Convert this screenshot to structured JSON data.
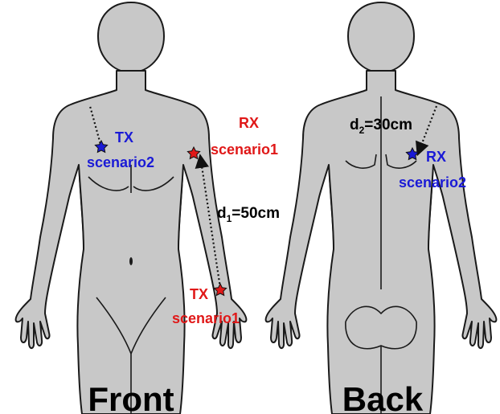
{
  "views": {
    "front": {
      "title": "Front"
    },
    "back": {
      "title": "Back"
    }
  },
  "markers": {
    "tx_scenario2": {
      "role": "TX",
      "scenario": "scenario2",
      "color": "#1a1ad6"
    },
    "rx_scenario1": {
      "role": "RX",
      "scenario": "scenario1",
      "color": "#e01818"
    },
    "tx_scenario1": {
      "role": "TX",
      "scenario": "scenario1",
      "color": "#e01818"
    },
    "rx_scenario2": {
      "role": "RX",
      "scenario": "scenario2",
      "color": "#1a1ad6"
    }
  },
  "distances": {
    "d1": {
      "symbol": "d",
      "subscript": "1",
      "value": "=50cm"
    },
    "d2": {
      "symbol": "d",
      "subscript": "2",
      "value": "=30cm"
    }
  },
  "colors": {
    "body_fill": "#c8c8c8",
    "outline": "#1a1a1a",
    "red": "#e01818",
    "blue": "#1a1ad6",
    "text": "#000000"
  }
}
